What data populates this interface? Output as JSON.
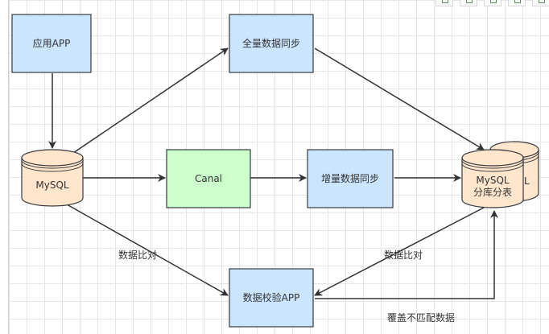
{
  "nodes": {
    "app": "应用APP",
    "full_sync": "全量数据同步",
    "mysql": "MySQL",
    "canal": "Canal",
    "incr_sync": "增量数据同步",
    "target_line1": "MySQL",
    "target_line2": "分库分表",
    "target_back_suffix": "L",
    "verify_app": "数据校验APP"
  },
  "edge_labels": {
    "compare_left": "数据比对",
    "compare_right": "数据比对",
    "overwrite": "覆盖不匹配数据"
  },
  "colors": {
    "process_fill": "#cce5ff",
    "process_stroke": "#36393d",
    "canal_fill": "#ccffcc",
    "db_fill": "#ffe6cc",
    "db_stroke": "#36393d",
    "edge": "#333333"
  },
  "icons": [
    "toolbar-icon-1",
    "toolbar-icon-2",
    "toolbar-icon-3",
    "toolbar-icon-4",
    "toolbar-icon-5"
  ]
}
